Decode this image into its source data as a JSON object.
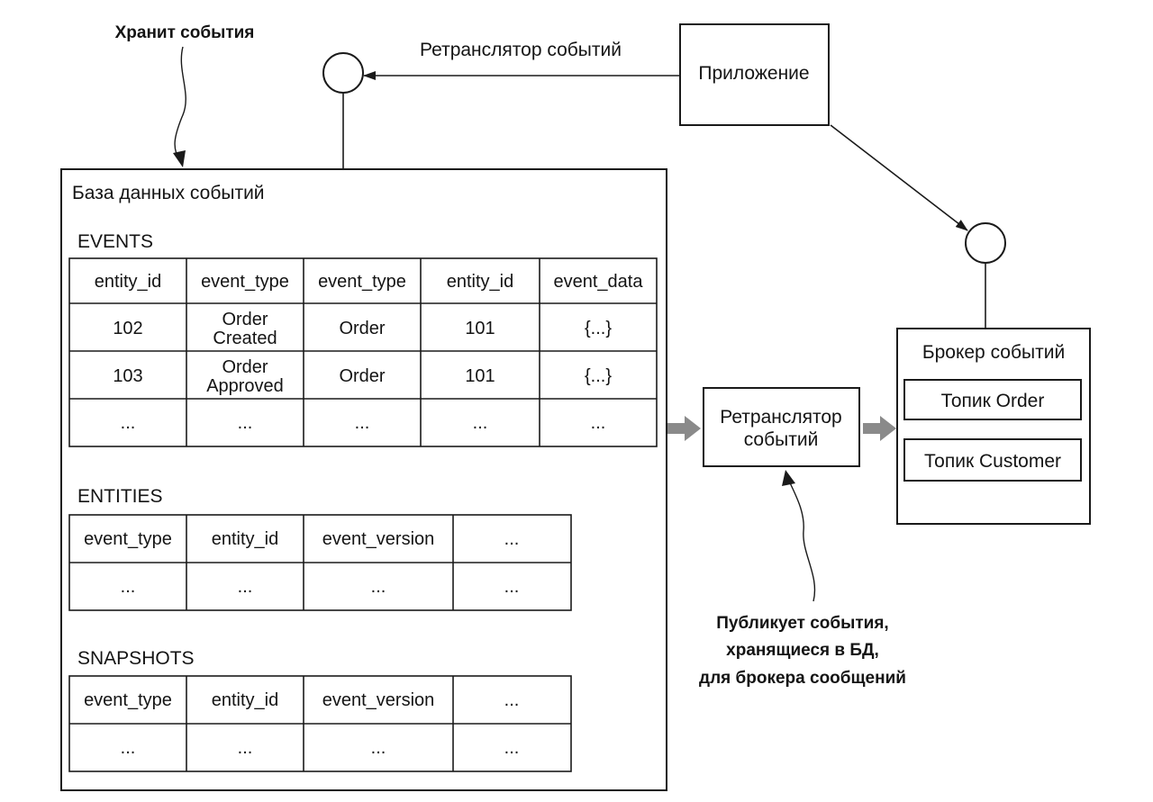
{
  "annotations": {
    "stores_events": "Хранит события",
    "publishes": [
      "Публикует события,",
      "хранящиеся в БД,",
      "для брокера сообщений"
    ]
  },
  "application": {
    "label": "Приложение",
    "relay_arrow_label": "Ретранслятор событий"
  },
  "event_db": {
    "title": "База данных событий",
    "events": {
      "label": "EVENTS",
      "headers": [
        "entity_id",
        "event_type",
        "event_type",
        "entity_id",
        "event_data"
      ],
      "rows": [
        [
          "102",
          [
            "Order",
            "Created"
          ],
          "Order",
          "101",
          "{...}"
        ],
        [
          "103",
          [
            "Order",
            "Approved"
          ],
          "Order",
          "101",
          "{...}"
        ],
        [
          "...",
          "...",
          "...",
          "...",
          "..."
        ]
      ]
    },
    "entities": {
      "label": "ENTITIES",
      "headers": [
        "event_type",
        "entity_id",
        "event_version",
        "..."
      ],
      "rows": [
        [
          "...",
          "...",
          "...",
          "..."
        ]
      ]
    },
    "snapshots": {
      "label": "SNAPSHOTS",
      "headers": [
        "event_type",
        "entity_id",
        "event_version",
        "..."
      ],
      "rows": [
        [
          "...",
          "...",
          "...",
          "..."
        ]
      ]
    }
  },
  "relay": {
    "label": [
      "Ретранслятор",
      "событий"
    ]
  },
  "broker": {
    "title": "Брокер событий",
    "topics": [
      "Топик Order",
      "Топик Customer"
    ]
  },
  "colors": {
    "ink": "#141414",
    "fat_arrow": "#8a8a8a",
    "background": "#ffffff"
  }
}
